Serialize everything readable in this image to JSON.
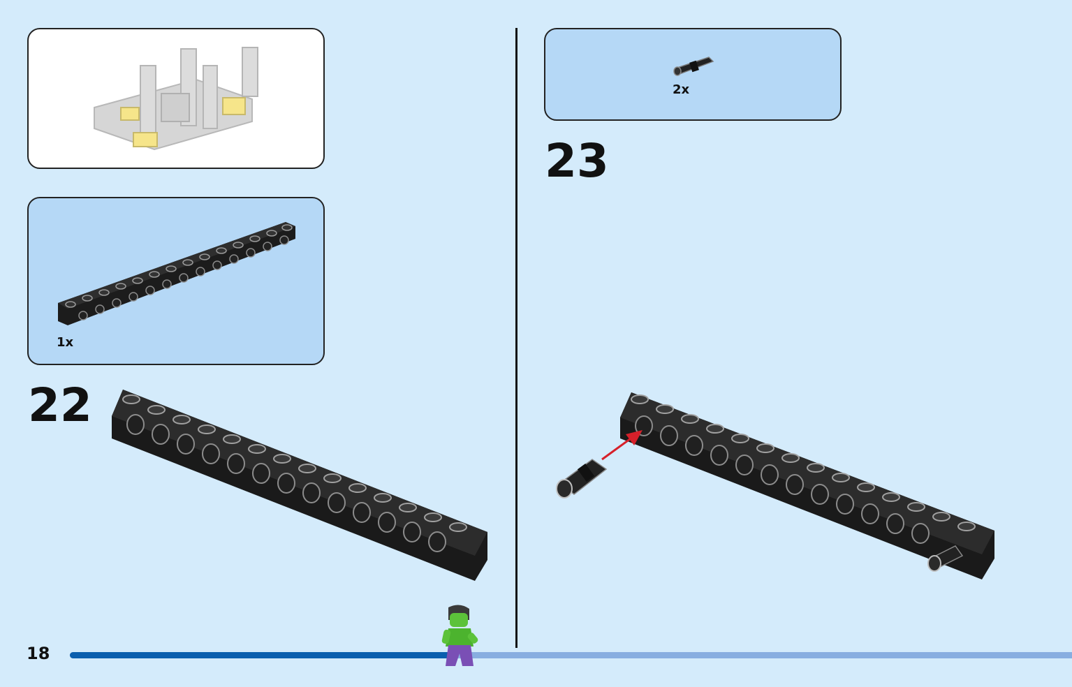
{
  "page": {
    "number": "18"
  },
  "progress": {
    "fraction": 0.38
  },
  "steps": [
    {
      "number": "22",
      "parts_qty": "1x"
    },
    {
      "number": "23",
      "parts_qty": "2x"
    }
  ],
  "colors": {
    "background": "#d4ebfb",
    "parts_box": "#b5d8f6",
    "progress_done": "#0b5fae",
    "progress_todo": "#88aee0",
    "arrow": "#d6202a"
  },
  "icons": {
    "submodel": "grey-frame-with-yellow-pieces-icon",
    "brick": "black-technic-beam-icon",
    "pin": "black-technic-pin-icon",
    "mascot": "hulk-minifigure-icon"
  }
}
